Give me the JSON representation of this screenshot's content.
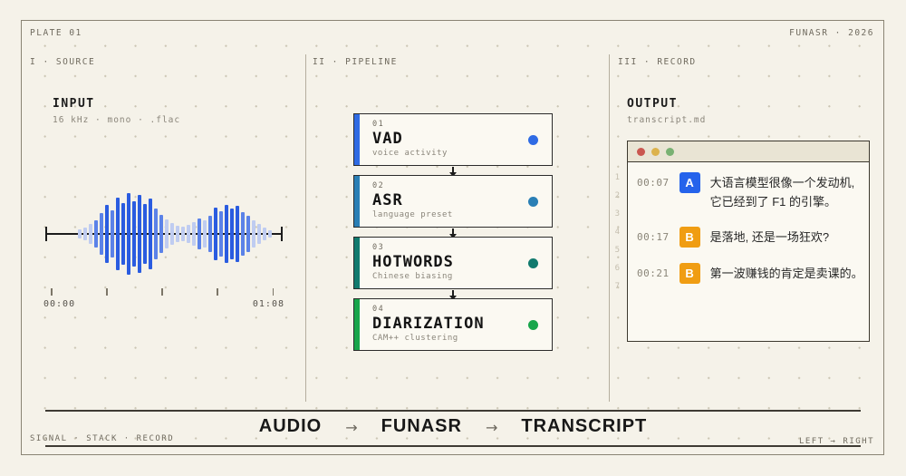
{
  "meta": {
    "plate": "PLATE 01",
    "brand": "FUNASR · 2026"
  },
  "columns": {
    "source": "I · SOURCE",
    "pipeline": "II · PIPELINE",
    "record": "III · RECORD"
  },
  "input": {
    "title": "INPUT",
    "specs": "16 kHz ·  mono  ·  .flac",
    "time_start": "00:00",
    "time_end": "01:08"
  },
  "waveform": {
    "colors": {
      "d": "#2a5ce0",
      "m": "#5b82e8",
      "l": "#bfccf1"
    },
    "bars": [
      [
        10,
        "l"
      ],
      [
        14,
        "l"
      ],
      [
        22,
        "l"
      ],
      [
        30,
        "m"
      ],
      [
        46,
        "m"
      ],
      [
        64,
        "d"
      ],
      [
        52,
        "m"
      ],
      [
        80,
        "d"
      ],
      [
        68,
        "d"
      ],
      [
        90,
        "d"
      ],
      [
        72,
        "d"
      ],
      [
        86,
        "d"
      ],
      [
        66,
        "d"
      ],
      [
        78,
        "d"
      ],
      [
        56,
        "m"
      ],
      [
        42,
        "m"
      ],
      [
        32,
        "l"
      ],
      [
        24,
        "l"
      ],
      [
        18,
        "l"
      ],
      [
        16,
        "l"
      ],
      [
        20,
        "l"
      ],
      [
        26,
        "l"
      ],
      [
        34,
        "m"
      ],
      [
        30,
        "l"
      ],
      [
        40,
        "m"
      ],
      [
        58,
        "d"
      ],
      [
        50,
        "m"
      ],
      [
        64,
        "d"
      ],
      [
        56,
        "d"
      ],
      [
        62,
        "d"
      ],
      [
        48,
        "m"
      ],
      [
        40,
        "m"
      ],
      [
        30,
        "l"
      ],
      [
        22,
        "l"
      ],
      [
        14,
        "l"
      ],
      [
        8,
        "l"
      ]
    ]
  },
  "pipeline": {
    "steps": [
      {
        "num": "01",
        "name": "VAD",
        "sub": "voice activity",
        "accent": "#2f6be4"
      },
      {
        "num": "02",
        "name": "ASR",
        "sub": "language preset",
        "accent": "#2a7fb5"
      },
      {
        "num": "03",
        "name": "HOTWORDS",
        "sub": "Chinese biasing",
        "accent": "#117a6e"
      },
      {
        "num": "04",
        "name": "DIARIZATION",
        "sub": "CAM++ clustering",
        "accent": "#18a54b"
      }
    ]
  },
  "output": {
    "title": "OUTPUT",
    "file": "transcript.md",
    "window_dots": [
      "#ca5750",
      "#dcb24c",
      "#79b173"
    ],
    "line_numbers": [
      "1",
      "2",
      "3",
      "4",
      "5",
      "6",
      "7"
    ],
    "entries": [
      {
        "time": "00:07",
        "speaker": "A",
        "speaker_color": "#2563eb",
        "lines": [
          "大语言模型很像一个发动机,",
          "它已经到了 F1 的引擎。"
        ]
      },
      {
        "time": "00:17",
        "speaker": "B",
        "speaker_color": "#f09d13",
        "lines": [
          "是落地, 还是一场狂欢?"
        ]
      },
      {
        "time": "00:21",
        "speaker": "B",
        "speaker_color": "#f09d13",
        "lines": [
          "第一波赚钱的肯定是卖课的。"
        ]
      }
    ]
  },
  "footer": {
    "flow": [
      "AUDIO",
      "FUNASR",
      "TRANSCRIPT"
    ],
    "arrow": "→",
    "left": "SIGNAL · STACK · RECORD",
    "right": "LEFT → RIGHT"
  }
}
